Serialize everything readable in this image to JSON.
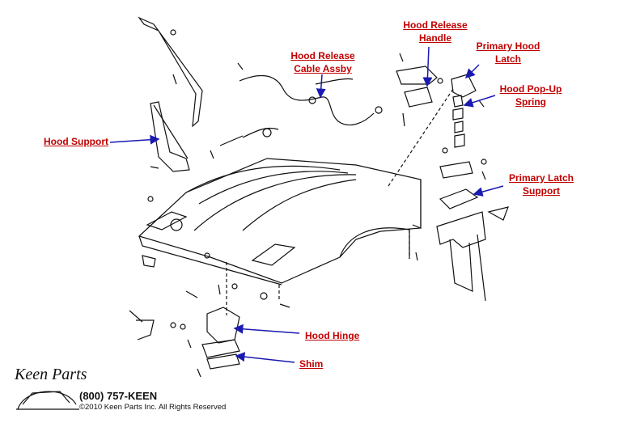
{
  "labels": {
    "hood_release_handle": "Hood Release\nHandle",
    "primary_hood_latch": "Primary Hood\nLatch",
    "hood_release_cable": "Hood Release\nCable Assby",
    "hood_popup_spring": "Hood Pop-Up\nSpring",
    "hood_support": "Hood Support",
    "primary_latch_support": "Primary Latch\nSupport",
    "hood_hinge": "Hood Hinge",
    "shim": "Shim"
  },
  "footer": {
    "logo": "Keen Parts",
    "phone": "(800) 757-KEEN",
    "copyright": "©2010 Keen Parts Inc. All Rights Reserved"
  },
  "colors": {
    "label": "#c00000",
    "arrow": "#1a1ab0",
    "line": "#111111"
  }
}
